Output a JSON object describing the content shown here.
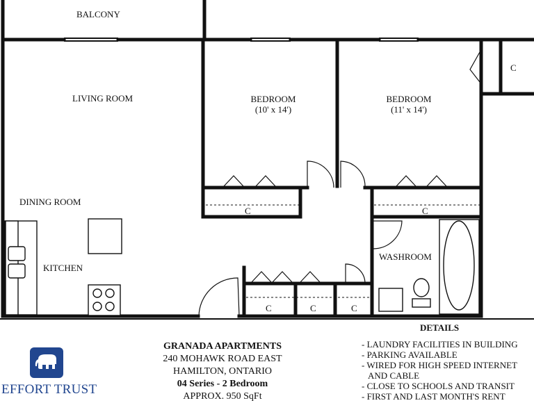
{
  "rooms": {
    "balcony": "BALCONY",
    "living_room": "LIVING ROOM",
    "dining_room": "DINING ROOM",
    "kitchen": "KITCHEN",
    "bedroom1": {
      "name": "BEDROOM",
      "size": "(10' x 14')"
    },
    "bedroom2": {
      "name": "BEDROOM",
      "size": "(11' x 14')"
    },
    "washroom": "WASHROOM",
    "closet": "C"
  },
  "building": {
    "name": "GRANADA APARTMENTS",
    "street": "240 MOHAWK ROAD EAST",
    "city": "HAMILTON, ONTARIO",
    "series": "04 Series - 2 Bedroom",
    "area": "APPROX. 950 SqFt"
  },
  "details": {
    "title": "DETAILS",
    "items": [
      "- LAUNDRY FACILITIES IN BUILDING",
      "- PARKING AVAILABLE",
      "- WIRED FOR HIGH SPEED INTERNET",
      "   AND CABLE",
      "- CLOSE TO SCHOOLS AND TRANSIT",
      "- FIRST AND LAST MONTH'S RENT"
    ]
  },
  "logo": {
    "text": "EFFORT TRUST",
    "icon": "elephant-icon",
    "color": "#21468f"
  }
}
